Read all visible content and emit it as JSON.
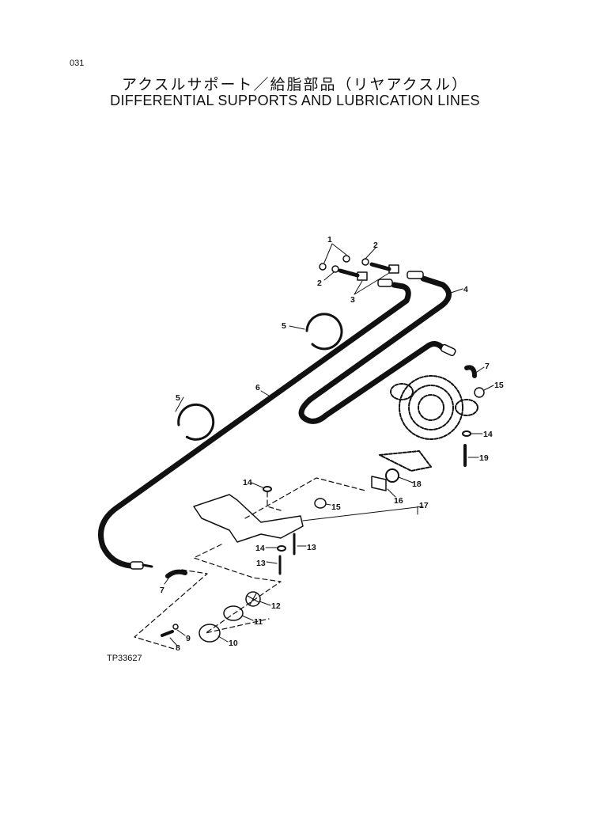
{
  "page_number": "031",
  "title_jp": "アクスルサポート／給脂部品（リヤアクスル）",
  "title_en": "DIFFERENTIAL SUPPORTS AND LUBRICATION LINES",
  "figure_code": "TP33627",
  "callouts": [
    "1",
    "2",
    "2",
    "3",
    "4",
    "5",
    "5",
    "6",
    "7",
    "15",
    "14",
    "19",
    "18",
    "16",
    "17",
    "14",
    "15",
    "14",
    "13",
    "13",
    "7",
    "12",
    "11",
    "9",
    "10",
    "8"
  ]
}
